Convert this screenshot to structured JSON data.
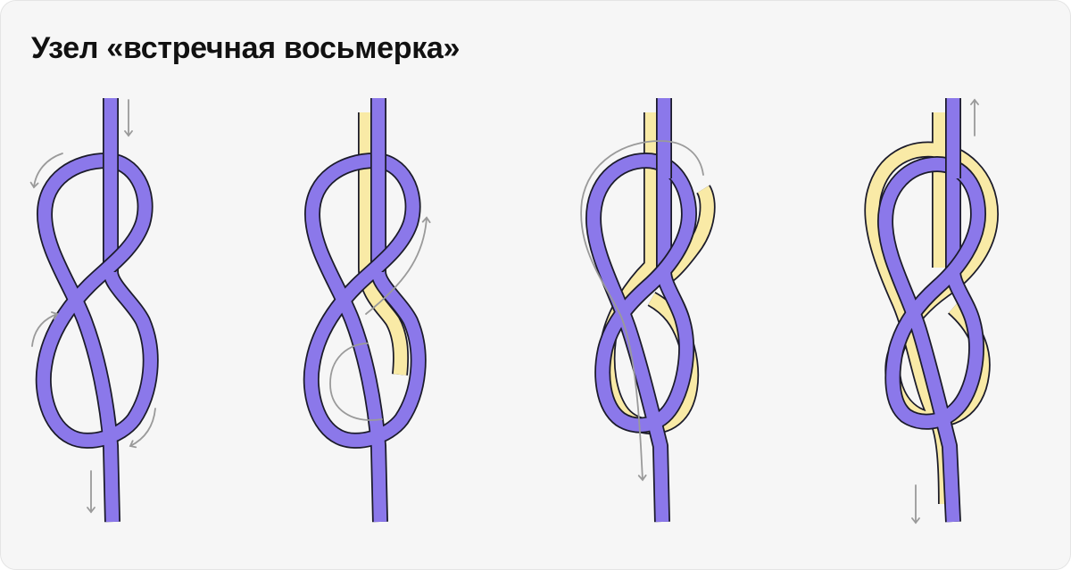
{
  "title": "Узел «встречная восьмерка»",
  "colors": {
    "background": "#f6f6f6",
    "rope_primary": "#8b78ea",
    "rope_secondary": "#f9eaa6",
    "outline": "#1b1b2a",
    "guide_arrows": "#9a9a9a"
  },
  "steps": [
    {
      "rope": "purple",
      "arrows": [
        "arrow-down",
        "curved-arrow-left",
        "curved-arrow-up",
        "curved-arrow-down",
        "arrow-down"
      ]
    },
    {
      "rope": "purple-and-yellow",
      "arrows": [
        "curved-arrow-up",
        "curved-path-guide"
      ]
    },
    {
      "rope": "purple-and-yellow",
      "arrows": [
        "curved-path-guide",
        "arrow-down"
      ]
    },
    {
      "rope": "purple-and-yellow",
      "arrows": [
        "arrow-up",
        "arrow-down"
      ]
    }
  ]
}
